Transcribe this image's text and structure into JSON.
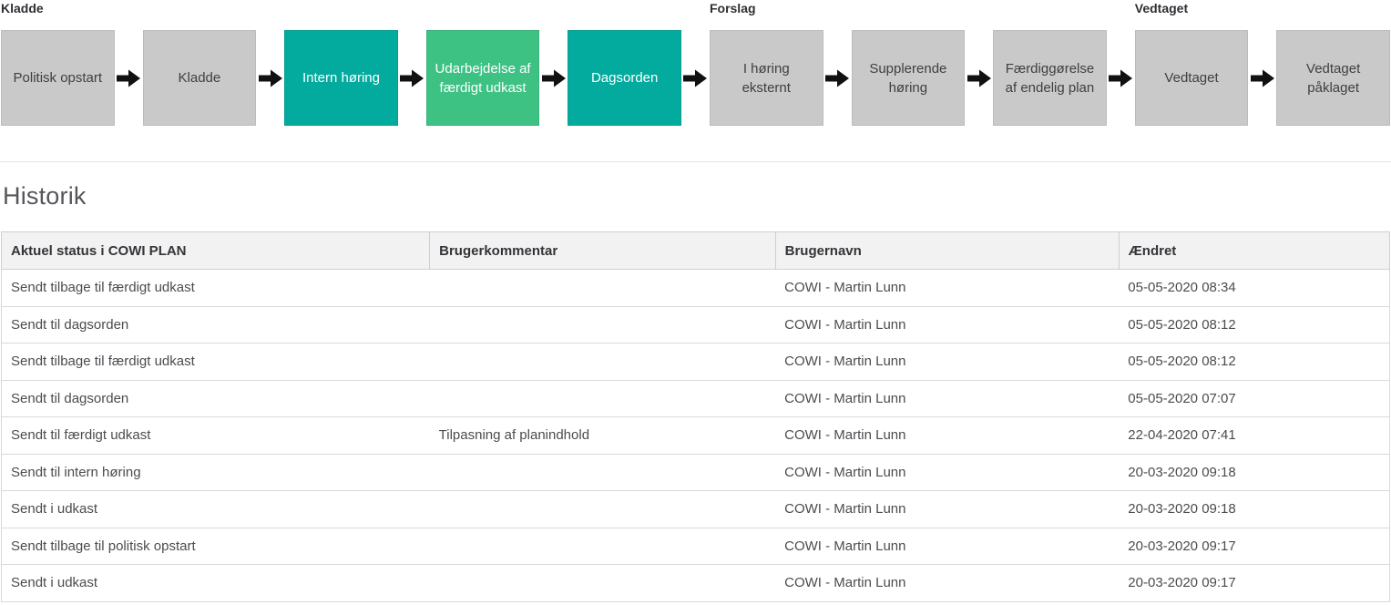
{
  "colors": {
    "stage_highlight_teal": "#03ab9e",
    "stage_highlight_green": "#3ec284",
    "stage_inactive_gray": "#c9c9c9",
    "arrow_black": "#111111"
  },
  "workflow": {
    "stages": [
      {
        "label": "Politisk opstart",
        "group": "Kladde",
        "state": "gray"
      },
      {
        "label": "Kladde",
        "group": "",
        "state": "gray"
      },
      {
        "label": "Intern høring",
        "group": "",
        "state": "teal"
      },
      {
        "label": "Udarbejdelse af færdigt udkast",
        "group": "",
        "state": "green"
      },
      {
        "label": "Dagsorden",
        "group": "",
        "state": "teal"
      },
      {
        "label": "I høring eksternt",
        "group": "Forslag",
        "state": "gray"
      },
      {
        "label": "Supplerende høring",
        "group": "",
        "state": "gray"
      },
      {
        "label": "Færdiggørelse af endelig plan",
        "group": "",
        "state": "gray"
      },
      {
        "label": "Vedtaget",
        "group": "Vedtaget",
        "state": "gray"
      },
      {
        "label": "Vedtaget påklaget",
        "group": "",
        "state": "gray"
      }
    ]
  },
  "history": {
    "title": "Historik",
    "columns": [
      "Aktuel status i COWI PLAN",
      "Brugerkommentar",
      "Brugernavn",
      "Ændret"
    ],
    "rows": [
      {
        "status": "Sendt tilbage til færdigt udkast",
        "comment": "",
        "user": "COWI - Martin Lunn",
        "changed": "05-05-2020 08:34"
      },
      {
        "status": "Sendt til dagsorden",
        "comment": "",
        "user": "COWI - Martin Lunn",
        "changed": "05-05-2020 08:12"
      },
      {
        "status": "Sendt tilbage til færdigt udkast",
        "comment": "",
        "user": "COWI - Martin Lunn",
        "changed": "05-05-2020 08:12"
      },
      {
        "status": "Sendt til dagsorden",
        "comment": "",
        "user": "COWI - Martin Lunn",
        "changed": "05-05-2020 07:07"
      },
      {
        "status": "Sendt til færdigt udkast",
        "comment": "Tilpasning af planindhold",
        "user": "COWI - Martin Lunn",
        "changed": "22-04-2020 07:41"
      },
      {
        "status": "Sendt til intern høring",
        "comment": "",
        "user": "COWI - Martin Lunn",
        "changed": "20-03-2020 09:18"
      },
      {
        "status": "Sendt i udkast",
        "comment": "",
        "user": "COWI - Martin Lunn",
        "changed": "20-03-2020 09:18"
      },
      {
        "status": "Sendt tilbage til politisk opstart",
        "comment": "",
        "user": "COWI - Martin Lunn",
        "changed": "20-03-2020 09:17"
      },
      {
        "status": "Sendt i udkast",
        "comment": "",
        "user": "COWI - Martin Lunn",
        "changed": "20-03-2020 09:17"
      }
    ]
  }
}
